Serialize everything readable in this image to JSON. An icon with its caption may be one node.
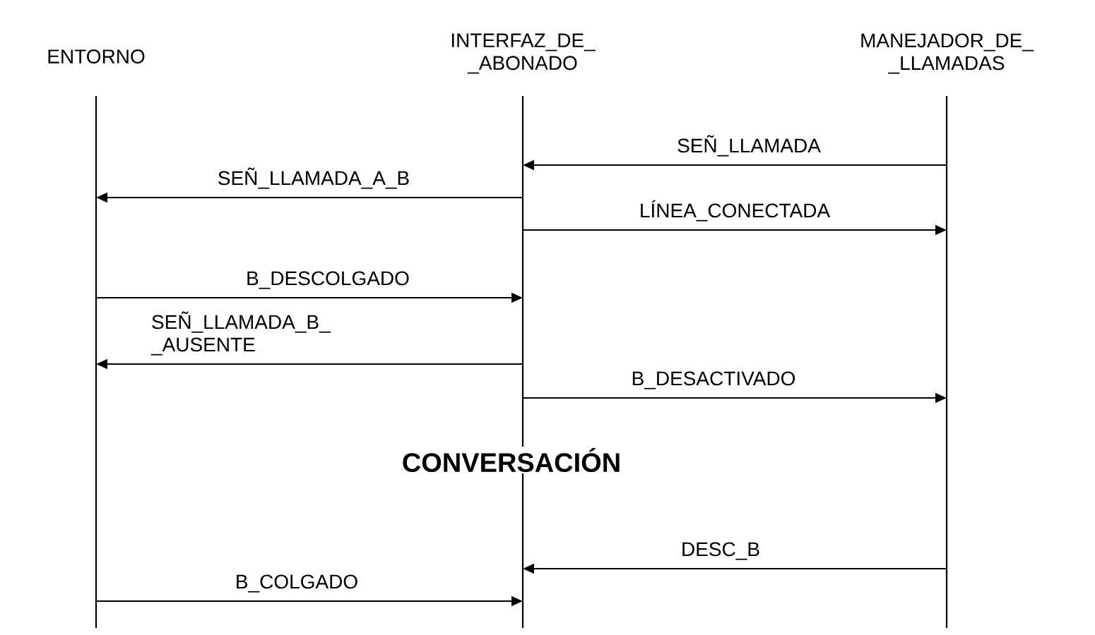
{
  "diagram": {
    "nodes": [
      {
        "text": [
          "ENTORNO"
        ]
      },
      {
        "text": [
          "INTERFAZ_DE_ _ABONADO"
        ]
      },
      {
        "text": [
          "MANEJADOR_DE_ _LLAMADAS"
        ]
      }
    ],
    "edges": [
      {
        "from": 2,
        "to": 1,
        "arrow": "to",
        "label": "SEÑ_LLAMADA"
      },
      {
        "from": 1,
        "to": 0,
        "arrow": "to",
        "label": "SEÑ_LLAMADA_A_B"
      },
      {
        "from": 1,
        "to": 2,
        "arrow": "to",
        "label": "LÍNEA_CONECTADA"
      },
      {
        "from": 0,
        "to": 1,
        "arrow": "to",
        "label": "B_DESCOLGADO"
      },
      {
        "from": 1,
        "to": 0,
        "arrow": "to",
        "label": "SEÑ_LLAMADA_B_ _AUSENTE"
      },
      {
        "from": 1,
        "to": 2,
        "arrow": "to",
        "label": "B_DESACTIVADO"
      },
      {
        "from": 2,
        "to": 1,
        "arrow": "to",
        "label": "DESC_B"
      },
      {
        "from": 0,
        "to": 1,
        "arrow": "to",
        "label": "B_COLGADO"
      }
    ],
    "labels": [
      "CONVERSACIÓN"
    ]
  }
}
